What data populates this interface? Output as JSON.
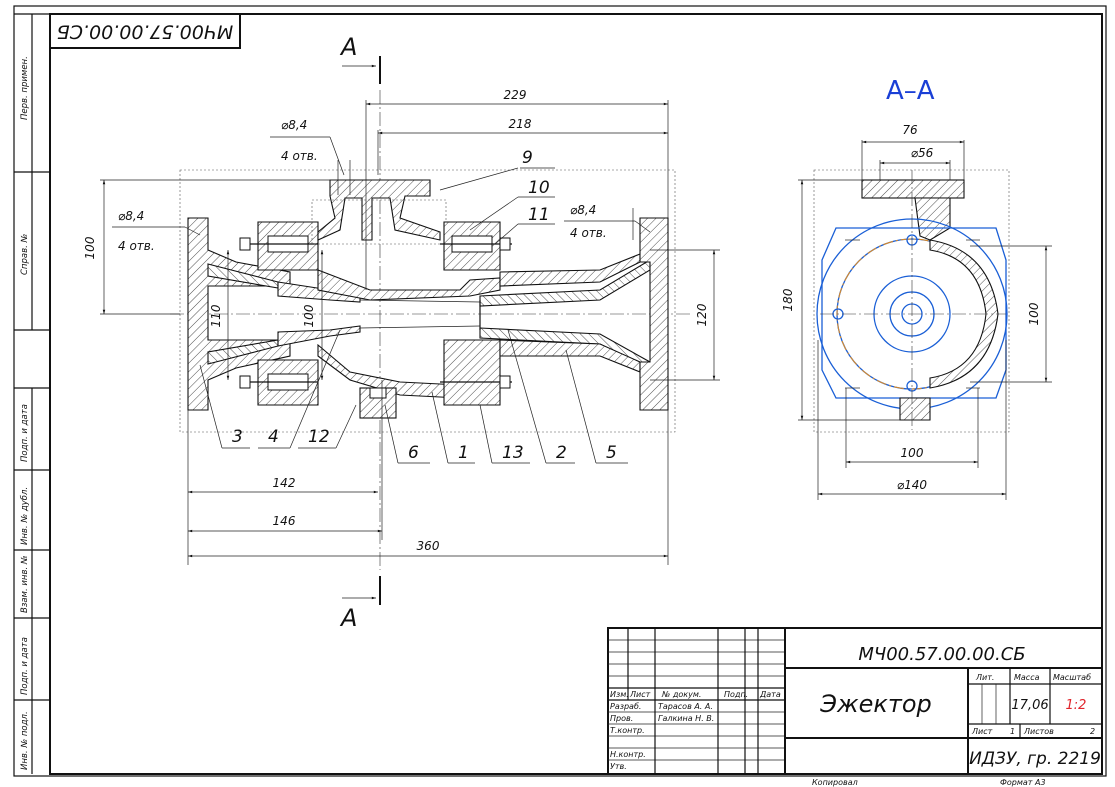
{
  "stamp_code_inverted": "МЧ00.57.00.00.СБ",
  "section": {
    "label": "А",
    "title": "А–А"
  },
  "side_columns": [
    "Перв. примен.",
    "Справ. №",
    "Подп. и дата",
    "Инв. № дубл.",
    "Взам. инв. №",
    "Подп. и дата",
    "Инв. № подл."
  ],
  "front_dims": {
    "d229": "229",
    "d218": "218",
    "d100": "100",
    "d110": "110",
    "d100b": "100",
    "d120": "120",
    "d142": "142",
    "d146": "146",
    "d360": "360",
    "hole_left_a": "⌀8,4",
    "hole_left_a_n": "4 отв.",
    "hole_left_b": "⌀8,4",
    "hole_left_b_n": "4 отв.",
    "hole_right": "⌀8,4",
    "hole_right_n": "4 отв."
  },
  "positions": [
    "9",
    "10",
    "11",
    "3",
    "4",
    "12",
    "6",
    "1",
    "13",
    "2",
    "5"
  ],
  "side_dims": {
    "d76": "76",
    "d56": "⌀56",
    "d180": "180",
    "d100v": "100",
    "d100h": "100",
    "d140": "⌀140"
  },
  "title_block": {
    "code": "МЧ00.57.00.00.СБ",
    "name": "Эжектор",
    "head": {
      "izm": "Изм.",
      "list": "Лист",
      "doc": "№ докум.",
      "podp": "Подп.",
      "date": "Дата"
    },
    "roles": {
      "razrab": "Разраб.",
      "razrab_name": "Тарасов А. А.",
      "prov": "Пров.",
      "prov_name": "Галкина Н. В.",
      "tkontr": "Т.контр.",
      "nkontr": "Н.контр.",
      "utv": "Утв."
    },
    "lit": "Лит.",
    "mass_label": "Масса",
    "scale_label": "Масштаб",
    "mass": "17,06",
    "scale": "1:2",
    "sheet_label": "Лист",
    "sheet": "1",
    "sheets_label": "Листов",
    "sheets": "2",
    "org": "ИДЗУ, гр. 2219"
  },
  "footer": {
    "copied": "Копировал",
    "format": "Формат А3"
  },
  "colors": {
    "scale": "#e0242b",
    "section_title": "#1a3fd6",
    "view_blue": "#1a5fd6"
  }
}
